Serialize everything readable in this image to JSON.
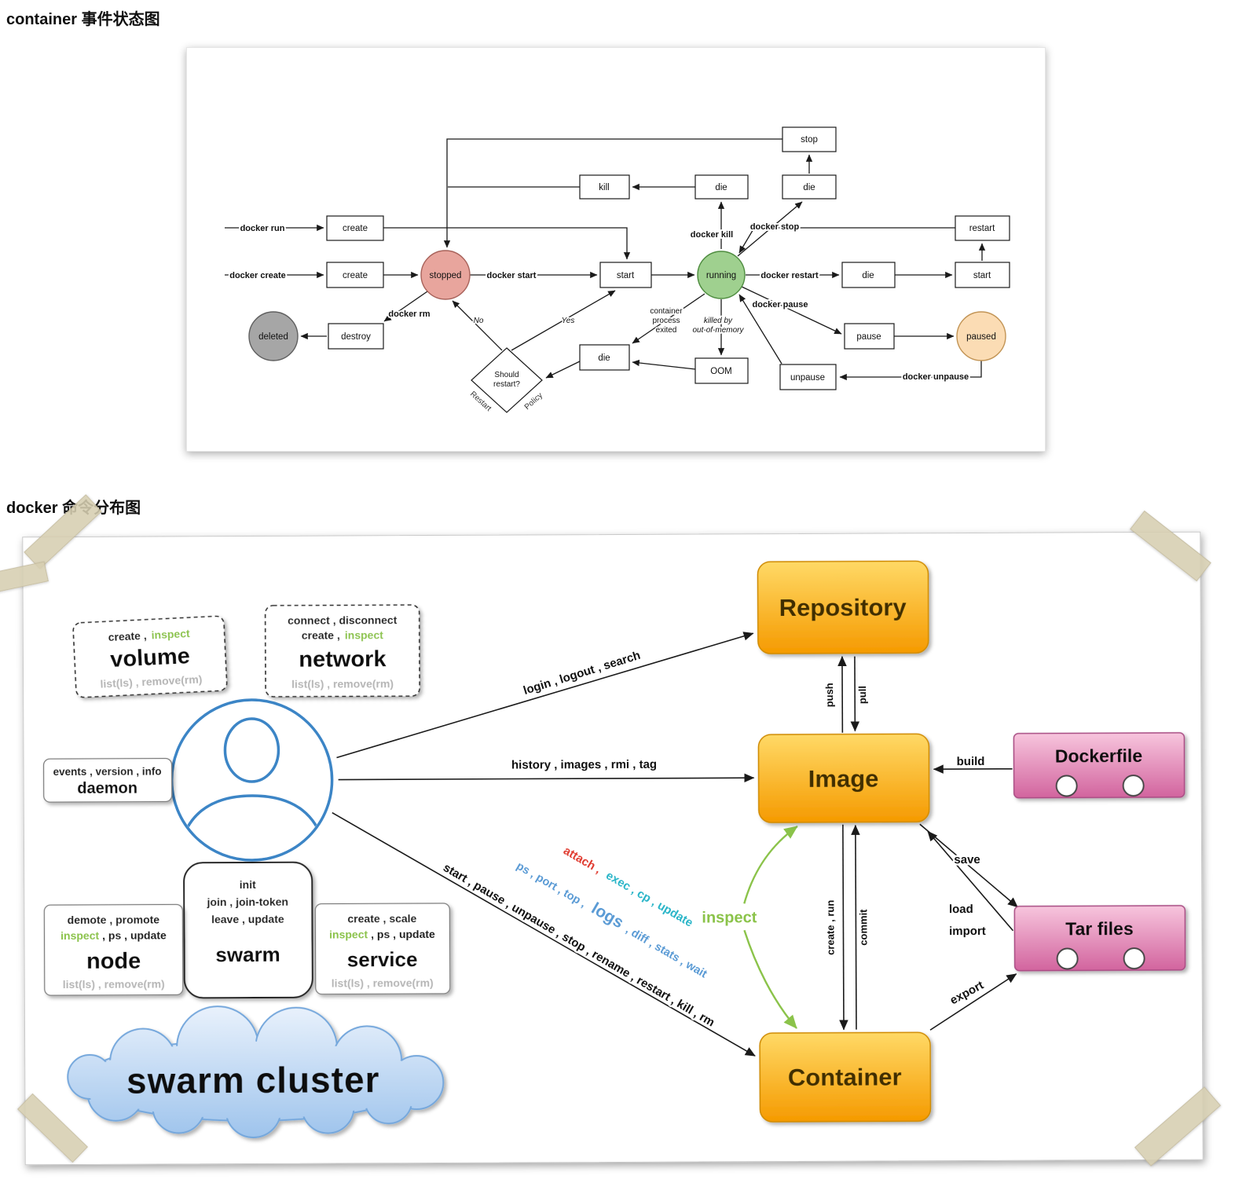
{
  "page": {
    "title_state_diagram": "container 事件状态图",
    "title_command_diagram": "docker 命令分布图"
  },
  "state_diagram": {
    "states": {
      "stopped": "stopped",
      "running": "running",
      "paused": "paused",
      "deleted": "deleted"
    },
    "events": {
      "create": "create",
      "start": "start",
      "die": "die",
      "kill": "kill",
      "stop": "stop",
      "restart": "restart",
      "pause": "pause",
      "unpause": "unpause",
      "destroy": "destroy",
      "oom": "OOM"
    },
    "commands": {
      "run": "docker run",
      "create": "docker create",
      "start": "docker start",
      "kill": "docker kill",
      "stop": "docker stop",
      "restart": "docker restart",
      "pause": "docker pause",
      "unpause": "docker unpause",
      "rm": "docker rm"
    },
    "decision": {
      "line1": "Should",
      "line2": "restart?",
      "no": "No",
      "yes": "Yes",
      "policy_left": "Restart",
      "policy_right": "Policy"
    },
    "notes": {
      "exited_line1": "container",
      "exited_line2": "process",
      "exited_line3": "exited",
      "oom_line1": "killed by",
      "oom_line2": "out-of-memory"
    },
    "colors": {
      "stopped": "#e8a59d",
      "running": "#9fd08f",
      "paused": "#fbdcb4",
      "deleted": "#a6a6a6"
    }
  },
  "command_diagram": {
    "groups": {
      "volume": {
        "cmds_black": "create ,",
        "cmds_green": "inspect",
        "name": "volume"
      },
      "network": {
        "line1": "connect , disconnect",
        "cmds_black": "create ,",
        "cmds_green": "inspect",
        "name": "network"
      },
      "daemon": {
        "line1": "events , version , info",
        "name": "daemon"
      },
      "node": {
        "line1": "demote , promote",
        "cmds_green": "inspect",
        "cmds_black": ", ps , update",
        "name": "node"
      },
      "swarm": {
        "line1": "init",
        "line2": "join , join-token",
        "line3": "leave , update",
        "name": "swarm"
      },
      "service": {
        "line1": "create , scale",
        "cmds_green": "inspect",
        "cmds_black": ", ps , update",
        "name": "service"
      },
      "list_remove": "list(ls) , remove(rm)"
    },
    "cloud_label": "swarm cluster",
    "nodes": {
      "repository": "Repository",
      "image": "Image",
      "container": "Container",
      "dockerfile": "Dockerfile",
      "tar_files": "Tar files"
    },
    "edges": {
      "repository_cmds": "login , logout , search",
      "image_cmds": "history , images , rmi , tag",
      "container_cmds": "start , pause , unpause , stop , rename , restart , kill , rm",
      "container_cmds_attach": "attach ,",
      "container_cmds_exec": "exec , cp , update",
      "container_cmds_blue_a": "ps , port , top ,",
      "container_cmds_logs": "logs",
      "container_cmds_blue_b": ", diff , stats , wait",
      "push": "push",
      "pull": "pull",
      "create_run": "create , run",
      "commit": "commit",
      "build": "build",
      "save": "save",
      "load": "load",
      "import": "import",
      "export": "export",
      "inspect": "inspect"
    },
    "colors": {
      "node_fill": "#f7a515",
      "artifact_fill": "#d3669f",
      "inspect_green": "#8bc34a",
      "cmds_blue": "#5b9bd5",
      "attach_red": "#e03c31",
      "exec_cyan": "#2ab5c8",
      "user_blue": "#3c85c6"
    }
  }
}
